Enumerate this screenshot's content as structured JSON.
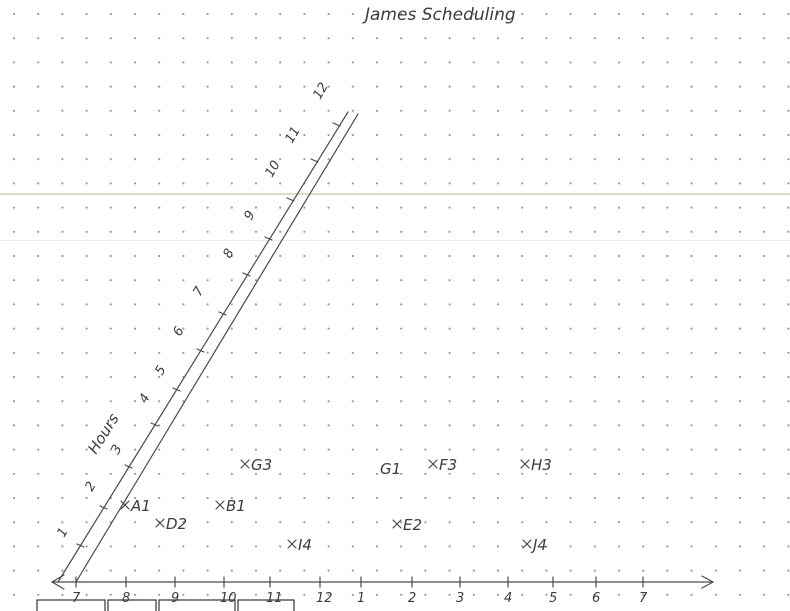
{
  "title": "James Scheduling",
  "time_axis_label": "Hours",
  "time_ticks": [
    "1",
    "2",
    "3",
    "4",
    "5",
    "6",
    "7",
    "8",
    "9",
    "10",
    "11",
    "12"
  ],
  "clock_labels": [
    "7",
    "8",
    "9",
    "10",
    "11",
    "12",
    "1",
    "2",
    "3",
    "4",
    "5",
    "6",
    "7"
  ],
  "marks": [
    {
      "label": "A1"
    },
    {
      "label": "B1"
    },
    {
      "label": "D2"
    },
    {
      "label": "G3"
    },
    {
      "label": "G1"
    },
    {
      "label": "F3"
    },
    {
      "label": "H3"
    },
    {
      "label": "E2"
    },
    {
      "label": "I4"
    },
    {
      "label": "J4"
    }
  ],
  "colors": {
    "paper": "#ffffff",
    "dots": "#9a9a9a",
    "ink": "#4a4a4a",
    "fold": "#d9dcc8"
  }
}
